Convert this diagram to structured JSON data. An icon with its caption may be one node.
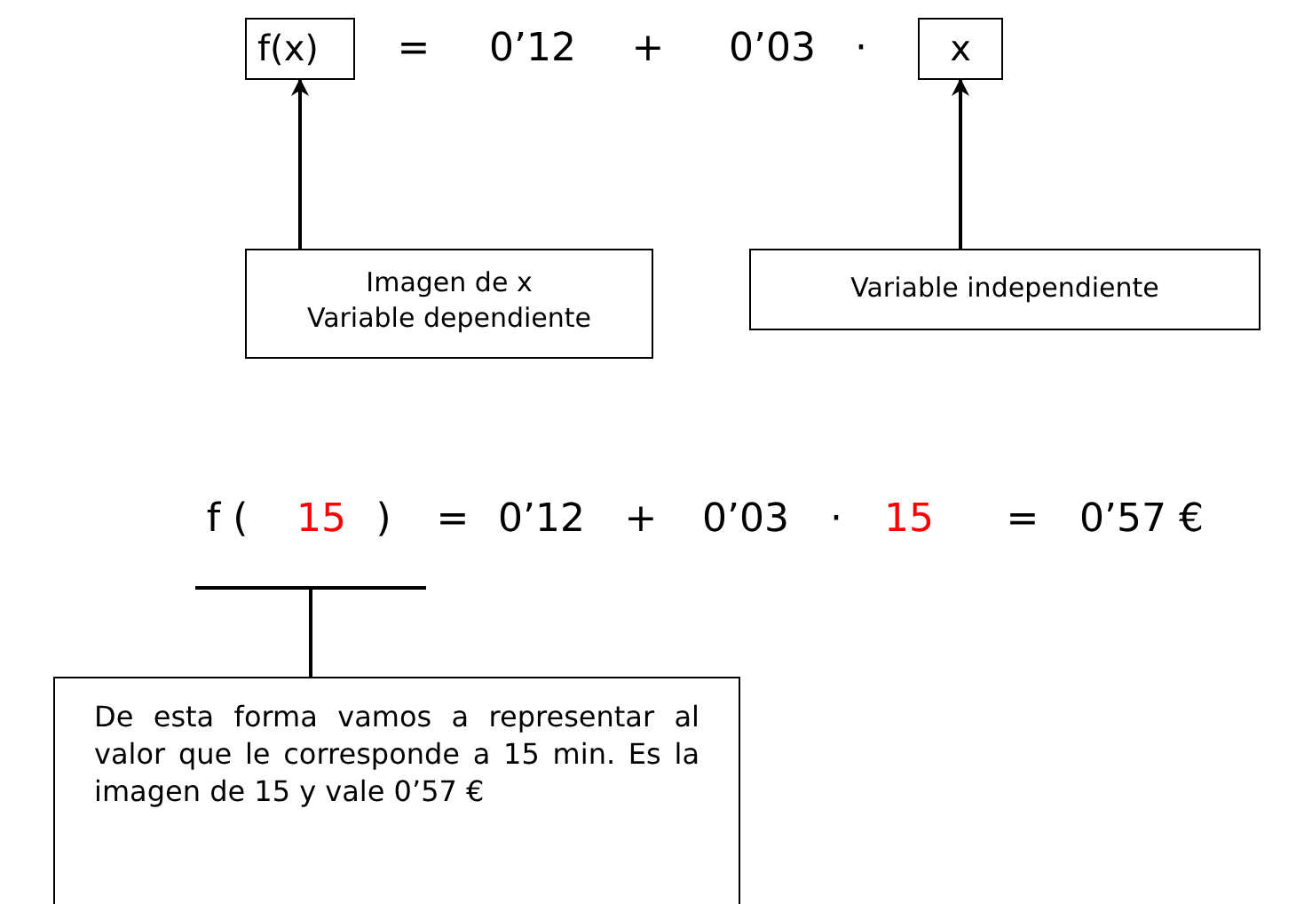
{
  "diagram": {
    "nodes": [
      {
        "text": [
          "f(x)"
        ]
      },
      {
        "text": [
          "x"
        ]
      },
      {
        "text": [
          "Imagen de x",
          "Variable dependiente"
        ]
      },
      {
        "text": [
          "Variable independiente"
        ]
      },
      {
        "text": [],
        "shape": "bar"
      },
      {
        "text": [
          "De esta forma vamos a representar al valor que le corresponde a 15 min. Es la imagen de 15 y vale 0’57 €"
        ]
      }
    ],
    "edges": [
      {
        "from": 2,
        "to": 0,
        "arrow": "to"
      },
      {
        "from": 3,
        "to": 1,
        "arrow": "to"
      },
      {
        "from": 5,
        "to": 4,
        "arrow": "none"
      }
    ],
    "labels": [
      "=",
      "0’12",
      "+",
      "0’03",
      "·",
      "f (",
      "15",
      ")",
      "=",
      "0’12",
      "+",
      "0’03",
      "·",
      "15",
      "=",
      "0’57 €"
    ]
  }
}
